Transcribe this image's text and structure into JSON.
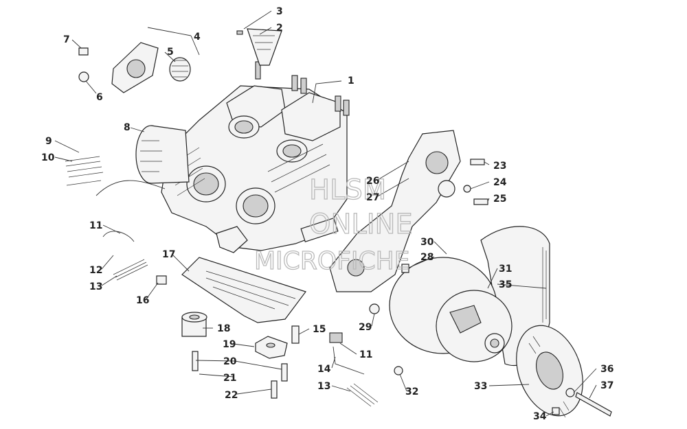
{
  "watermark": {
    "line1": "HLSM",
    "line2": "ONLINE",
    "line3": "MICROFICHE"
  },
  "callouts": [
    {
      "id": "c1",
      "text": "1"
    },
    {
      "id": "c2",
      "text": "2"
    },
    {
      "id": "c3",
      "text": "3"
    },
    {
      "id": "c4",
      "text": "4"
    },
    {
      "id": "c5",
      "text": "5"
    },
    {
      "id": "c6",
      "text": "6"
    },
    {
      "id": "c7",
      "text": "7"
    },
    {
      "id": "c8",
      "text": "8"
    },
    {
      "id": "c9",
      "text": "9"
    },
    {
      "id": "c10",
      "text": "10"
    },
    {
      "id": "c11a",
      "text": "11"
    },
    {
      "id": "c12",
      "text": "12"
    },
    {
      "id": "c13a",
      "text": "13"
    },
    {
      "id": "c16",
      "text": "16"
    },
    {
      "id": "c17",
      "text": "17"
    },
    {
      "id": "c18",
      "text": "18"
    },
    {
      "id": "c19",
      "text": "19"
    },
    {
      "id": "c20",
      "text": "20"
    },
    {
      "id": "c21",
      "text": "21"
    },
    {
      "id": "c22",
      "text": "22"
    },
    {
      "id": "c15",
      "text": "15"
    },
    {
      "id": "c14",
      "text": "14"
    },
    {
      "id": "c11b",
      "text": "11"
    },
    {
      "id": "c13b",
      "text": "13"
    },
    {
      "id": "c23",
      "text": "23"
    },
    {
      "id": "c24",
      "text": "24"
    },
    {
      "id": "c25",
      "text": "25"
    },
    {
      "id": "c26",
      "text": "26"
    },
    {
      "id": "c27",
      "text": "27"
    },
    {
      "id": "c28",
      "text": "28"
    },
    {
      "id": "c29",
      "text": "29"
    },
    {
      "id": "c30",
      "text": "30"
    },
    {
      "id": "c31",
      "text": "31"
    },
    {
      "id": "c32",
      "text": "32"
    },
    {
      "id": "c33",
      "text": "33"
    },
    {
      "id": "c34",
      "text": "34"
    },
    {
      "id": "c35",
      "text": "35"
    },
    {
      "id": "c36",
      "text": "36"
    },
    {
      "id": "c37",
      "text": "37"
    }
  ]
}
